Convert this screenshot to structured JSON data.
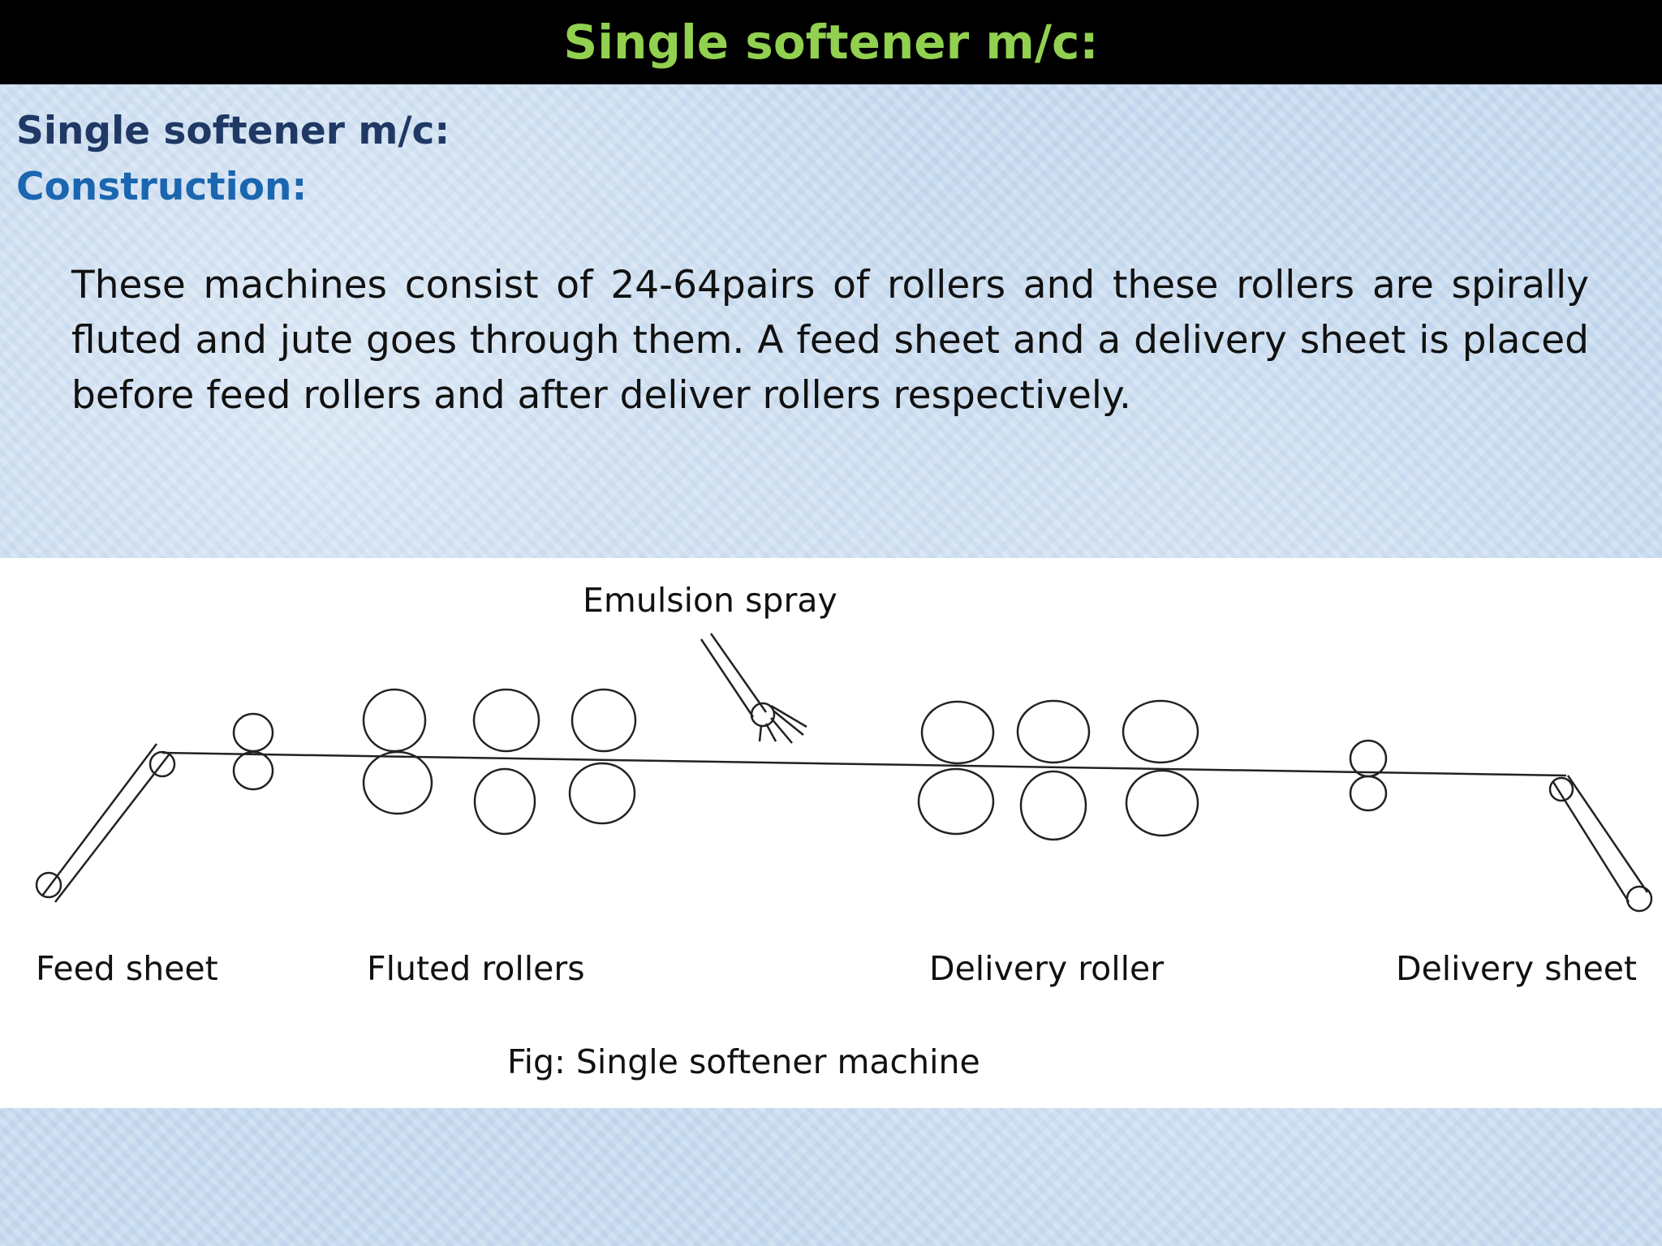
{
  "header": {
    "title": "Single softener m/c:"
  },
  "content": {
    "heading": "Single softener m/c:",
    "subheading": "Construction:",
    "paragraph": "These machines consist of 24-64pairs of rollers and these rollers are spirally fluted and jute goes through them. A feed sheet and a delivery sheet is placed before feed rollers and after deliver rollers respectively."
  },
  "figure": {
    "labels": {
      "emulsion_spray": "Emulsion spray",
      "feed_sheet": "Feed sheet",
      "fluted_rollers": "Fluted rollers",
      "delivery_roller": "Delivery roller",
      "delivery_sheet": "Delivery sheet"
    },
    "caption": "Fig: Single softener machine"
  }
}
